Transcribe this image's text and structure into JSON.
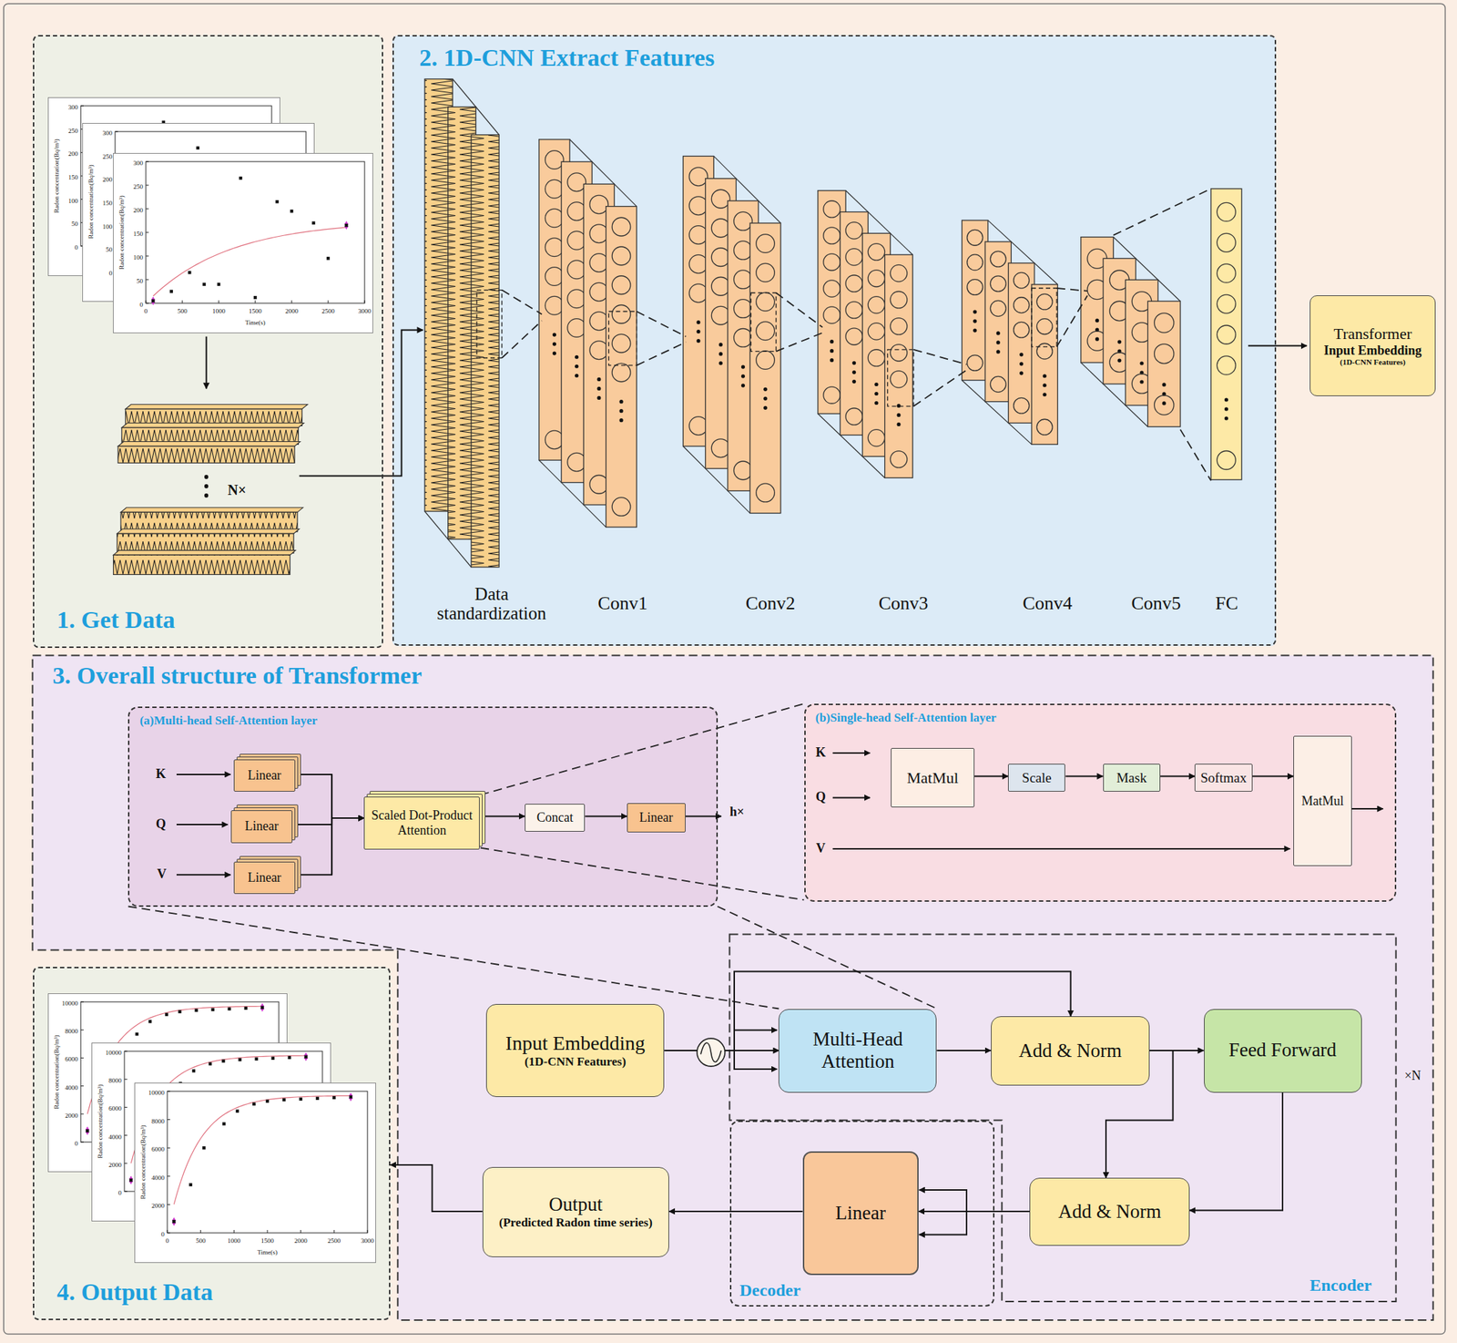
{
  "diagram": {
    "nodes": [
      {
        "text": [
          "1. Get Data"
        ]
      },
      {
        "text": [
          "2. 1D-CNN Extract Features"
        ]
      },
      {
        "text": [
          "Transformer",
          "Input Embedding",
          "(1D-CNN Features)"
        ],
        "in": 1
      },
      {
        "text": [
          "3. Overall structure of Transformer"
        ]
      },
      {
        "text": [
          "(a)Multi-head Self-Attention layer"
        ],
        "in": 3
      },
      {
        "text": [
          "Linear"
        ],
        "in": 4
      },
      {
        "text": [
          "Linear"
        ],
        "in": 4
      },
      {
        "text": [
          "Linear"
        ],
        "in": 4
      },
      {
        "text": [
          "Scaled Dot-Product Attention"
        ],
        "in": 4
      },
      {
        "text": [
          "Concat"
        ],
        "in": 4
      },
      {
        "text": [
          "Linear"
        ],
        "in": 4
      },
      {
        "text": [
          "(b)Single-head Self-Attention layer"
        ],
        "in": 3
      },
      {
        "text": [
          "MatMul"
        ],
        "in": 11
      },
      {
        "text": [
          "Scale"
        ],
        "in": 11
      },
      {
        "text": [
          "Mask"
        ],
        "in": 11
      },
      {
        "text": [
          "Softmax"
        ],
        "in": 11
      },
      {
        "text": [
          "MatMul"
        ],
        "in": 11
      },
      {
        "text": [
          "Input Embedding",
          "(1D-CNN Features)"
        ],
        "in": 3
      },
      {
        "text": [
          "Encoder"
        ],
        "in": 3
      },
      {
        "text": [
          "Multi-Head Attention"
        ],
        "in": 18
      },
      {
        "text": [
          "Add & Norm"
        ],
        "in": 18
      },
      {
        "text": [
          "Feed Forward"
        ],
        "in": 18
      },
      {
        "text": [
          "Add & Norm"
        ],
        "in": 18
      },
      {
        "text": [
          "Decoder"
        ],
        "in": 3
      },
      {
        "text": [
          "Linear"
        ],
        "in": 23
      },
      {
        "text": [
          "Output",
          "(Predicted Radon time series)"
        ],
        "in": 3
      },
      {
        "text": [
          "4. Output Data"
        ]
      }
    ],
    "edges": [
      {
        "from": 5,
        "to": 8,
        "arrow": "to"
      },
      {
        "from": 6,
        "to": 8,
        "arrow": "to"
      },
      {
        "from": 7,
        "to": 8,
        "arrow": "to"
      },
      {
        "from": 8,
        "to": 9,
        "arrow": "to"
      },
      {
        "from": 9,
        "to": 10,
        "arrow": "to"
      },
      {
        "from": 12,
        "to": 13,
        "arrow": "to"
      },
      {
        "from": 13,
        "to": 14,
        "arrow": "to"
      },
      {
        "from": 14,
        "to": 15,
        "arrow": "to"
      },
      {
        "from": 15,
        "to": 16,
        "arrow": "to"
      },
      {
        "from": 17,
        "to": 19,
        "arrow": "to"
      },
      {
        "from": 17,
        "to": 20,
        "arrow": "to"
      },
      {
        "from": 19,
        "to": 20,
        "arrow": "to"
      },
      {
        "from": 20,
        "to": 21,
        "arrow": "to"
      },
      {
        "from": 20,
        "to": 22,
        "arrow": "to"
      },
      {
        "from": 21,
        "to": 22,
        "arrow": "to"
      },
      {
        "from": 22,
        "to": 24,
        "arrow": "to"
      },
      {
        "from": 24,
        "to": 25,
        "arrow": "to"
      },
      {
        "from": 25,
        "to": 26,
        "arrow": "to"
      }
    ],
    "labels": [
      "K",
      "Q",
      "V",
      "h×",
      "K",
      "Q",
      "V",
      "×N",
      "N×",
      "Data standardization",
      "Conv1",
      "Conv2",
      "Conv3",
      "Conv4",
      "Conv5",
      "FC",
      "300",
      "250",
      "200",
      "150",
      "100",
      "50",
      "0",
      "Radon concentration(Bq/m³)",
      "300",
      "250",
      "200",
      "150",
      "100",
      "50",
      "0",
      "Radon concentration(Bq/m³)",
      "300",
      "250",
      "200",
      "150",
      "100",
      "50",
      "0",
      "Radon concentration(Bq/m³)",
      "0",
      "500",
      "1000",
      "1500",
      "2000",
      "2500",
      "3000",
      "Time(s)",
      "10000",
      "8000",
      "6000",
      "4000",
      "2000",
      "0",
      "Radon concentration(Bq/m³)",
      "10000",
      "8000",
      "6000",
      "4000",
      "2000",
      "0",
      "Radon concentration(Bq/m³)",
      "10000",
      "8000",
      "6000",
      "4000",
      "2000",
      "0",
      "Radon concentration(Bq/m³)",
      "0",
      "500",
      "1000",
      "1500",
      "2000",
      "2500",
      "3000",
      "Time(s)"
    ]
  }
}
